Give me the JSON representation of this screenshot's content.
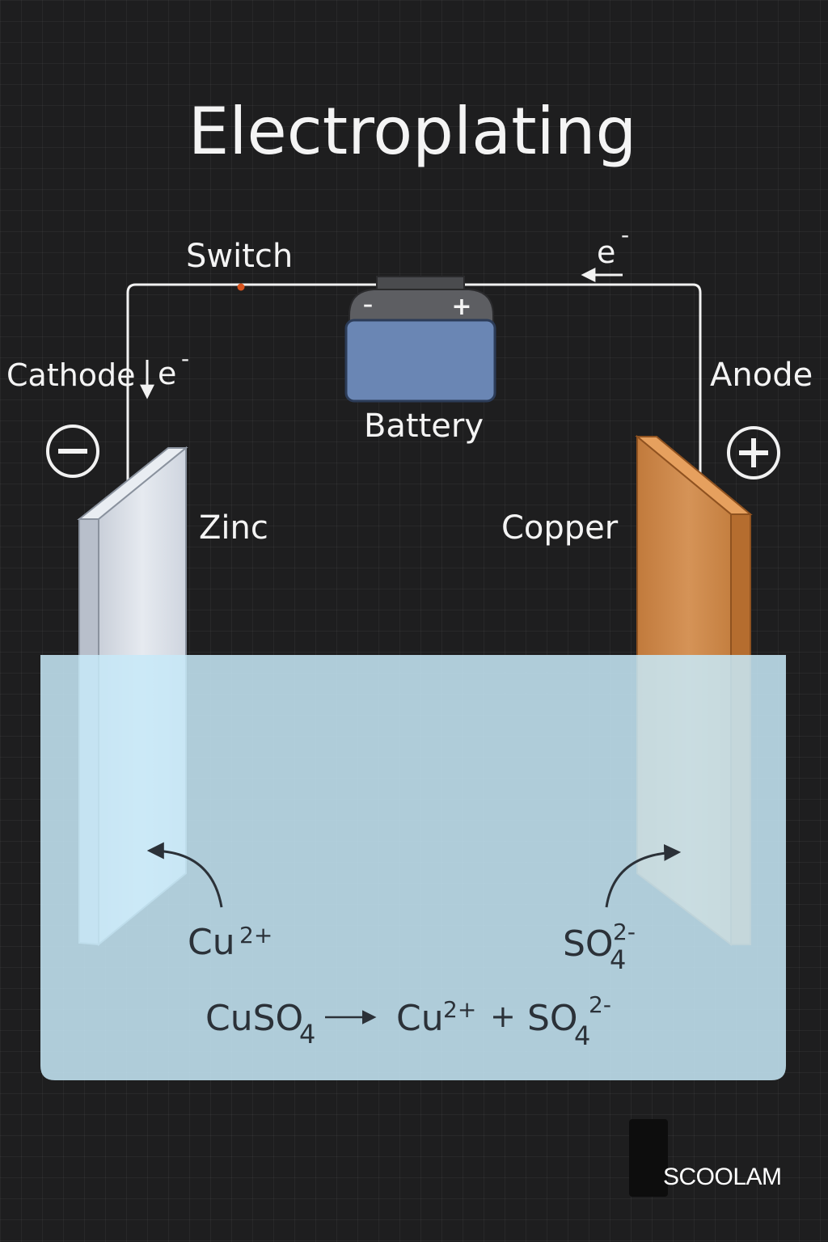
{
  "title": "Electroplating",
  "labels": {
    "switch": "Switch",
    "electron": "e",
    "electron_charge": "-",
    "cathode": "Cathode",
    "anode": "Anode",
    "battery": "Battery",
    "battery_neg": "-",
    "battery_pos": "+",
    "zinc": "Zinc",
    "copper": "Copper",
    "cation": "Cu",
    "cation_charge": "2+",
    "anion": "SO",
    "anion_sub": "4",
    "anion_charge": "2-"
  },
  "equation": {
    "reactant": "CuSO",
    "reactant_sub": "4",
    "product1": "Cu",
    "product1_charge": "2+",
    "plus": "+",
    "product2": "SO",
    "product2_sub": "4",
    "product2_charge": "2-"
  },
  "brand": "SCOOLAM",
  "colors": {
    "background": "#1e1e1f",
    "solution": "#c7e9f8",
    "zinc": "#d4dae3",
    "copper": "#c9803f",
    "battery_body": "#6a86b4",
    "wire": "#f2f2f2",
    "switch_dot": "#d9541e"
  },
  "icons": [
    "minus-circle-icon",
    "plus-circle-icon",
    "battery-icon",
    "arrow-icon"
  ]
}
